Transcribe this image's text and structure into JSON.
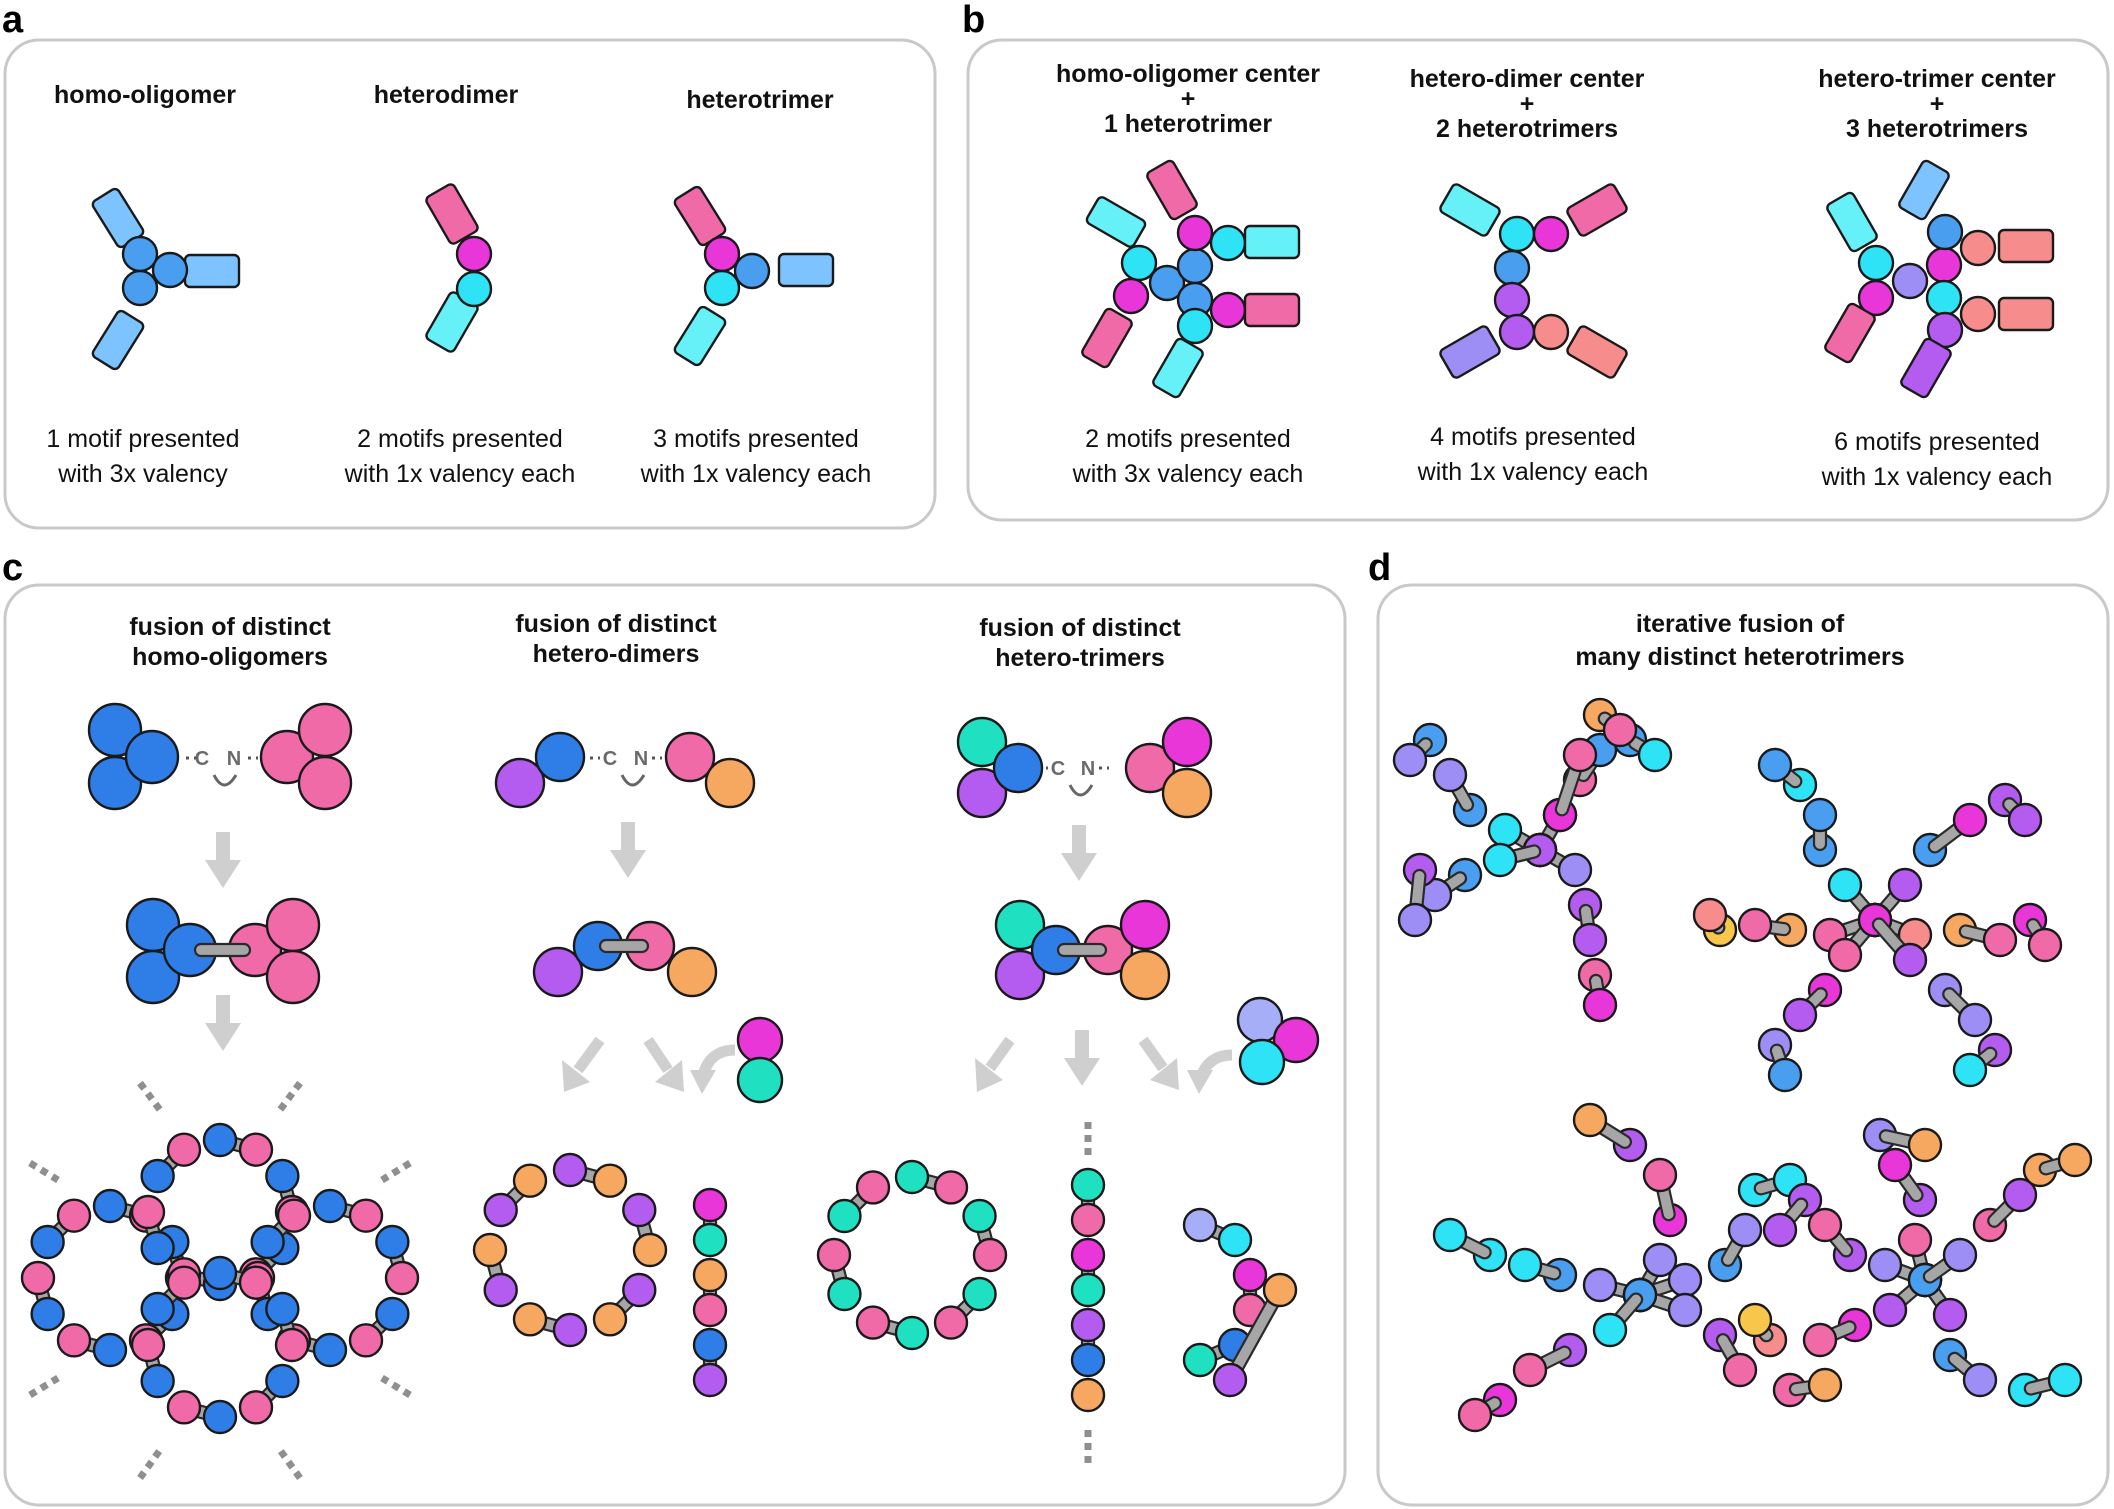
{
  "colors": {
    "blue": "#4a9ef0",
    "dark_blue": "#2f7de6",
    "light_blue": "#7dc3ff",
    "cyan": "#2ee3f5",
    "light_cyan": "#66f0f7",
    "teal": "#1fe0c0",
    "pink": "#f06aa8",
    "magenta": "#e936d8",
    "violet": "#b45cf0",
    "lavender": "#9d8ef5",
    "periwinkle": "#a5aef7",
    "salmon": "#f78c8c",
    "orange": "#f7a860",
    "yellow": "#f7c64a",
    "linker": "#a6a6a6",
    "box_border": "#c9c9c9"
  },
  "panels": {
    "a": {
      "letter": "a",
      "titles": [
        "homo-oligomer",
        "heterodimer",
        "heterotrimer"
      ],
      "captions": [
        [
          "1 motif presented",
          "with 3x valency"
        ],
        [
          "2 motifs presented",
          "with 1x valency each"
        ],
        [
          "3 motifs presented",
          "with 1x valency each"
        ]
      ]
    },
    "b": {
      "letter": "b",
      "titles": [
        [
          "homo-oligomer center",
          "+",
          "1 heterotrimer"
        ],
        [
          "hetero-dimer center",
          "+",
          "2 heterotrimers"
        ],
        [
          "hetero-trimer center",
          "+",
          "3 heterotrimers"
        ]
      ],
      "captions": [
        [
          "2 motifs presented",
          "with 3x valency each"
        ],
        [
          "4 motifs presented",
          "with 1x valency each"
        ],
        [
          "6 motifs presented",
          "with 1x valency each"
        ]
      ]
    },
    "c": {
      "letter": "c",
      "titles": [
        [
          "fusion of distinct",
          "homo-oligomers"
        ],
        [
          "fusion of distinct",
          "hetero-dimers"
        ],
        [
          "fusion of distinct",
          "hetero-trimers"
        ]
      ],
      "terminus_c": "C",
      "terminus_n": "N"
    },
    "d": {
      "letter": "d",
      "title": [
        "iterative fusion of",
        "many distinct heterotrimers"
      ]
    }
  }
}
